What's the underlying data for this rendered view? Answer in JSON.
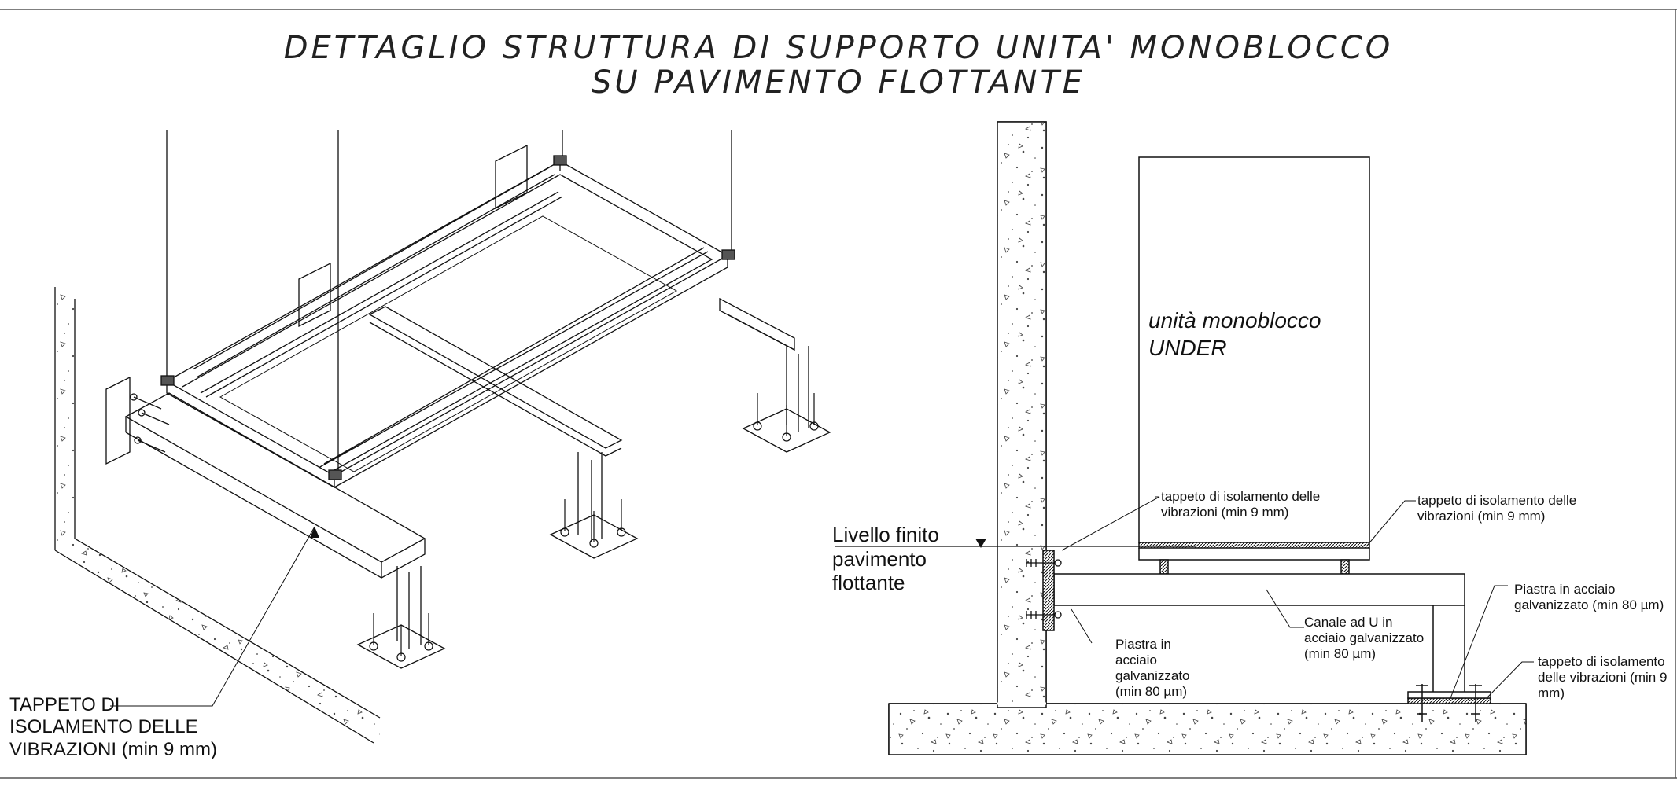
{
  "title": {
    "line1": "DETTAGLIO STRUTTURA DI SUPPORTO UNITA' MONOBLOCCO",
    "line2": "SU PAVIMENTO FLOTTANTE"
  },
  "iso_view": {
    "callout": "TAPPETO DI\nISOLAMENTO DELLE\nVIBRAZIONI (min 9 mm)"
  },
  "section_view": {
    "unit_label": "unità monoblocco\nUNDER",
    "floor_level": "Livello finito\npavimento\nflottante",
    "mat_left": "tappeto di isolamento delle\nvibrazioni (min 9 mm)",
    "mat_right": "tappeto di isolamento delle\nvibrazioni (min 9 mm)",
    "plate_wall": "Piastra in\nacciaio\ngalvanizzato\n(min 80 µm)",
    "channel": "Canale ad U in\nacciaio galvanizzato\n(min 80 µm)",
    "plate_foot": "Piastra in acciaio\ngalvanizzato (min 80 µm)",
    "mat_foot": "tappeto di isolamento\ndelle vibrazioni (min 9\nmm)"
  }
}
